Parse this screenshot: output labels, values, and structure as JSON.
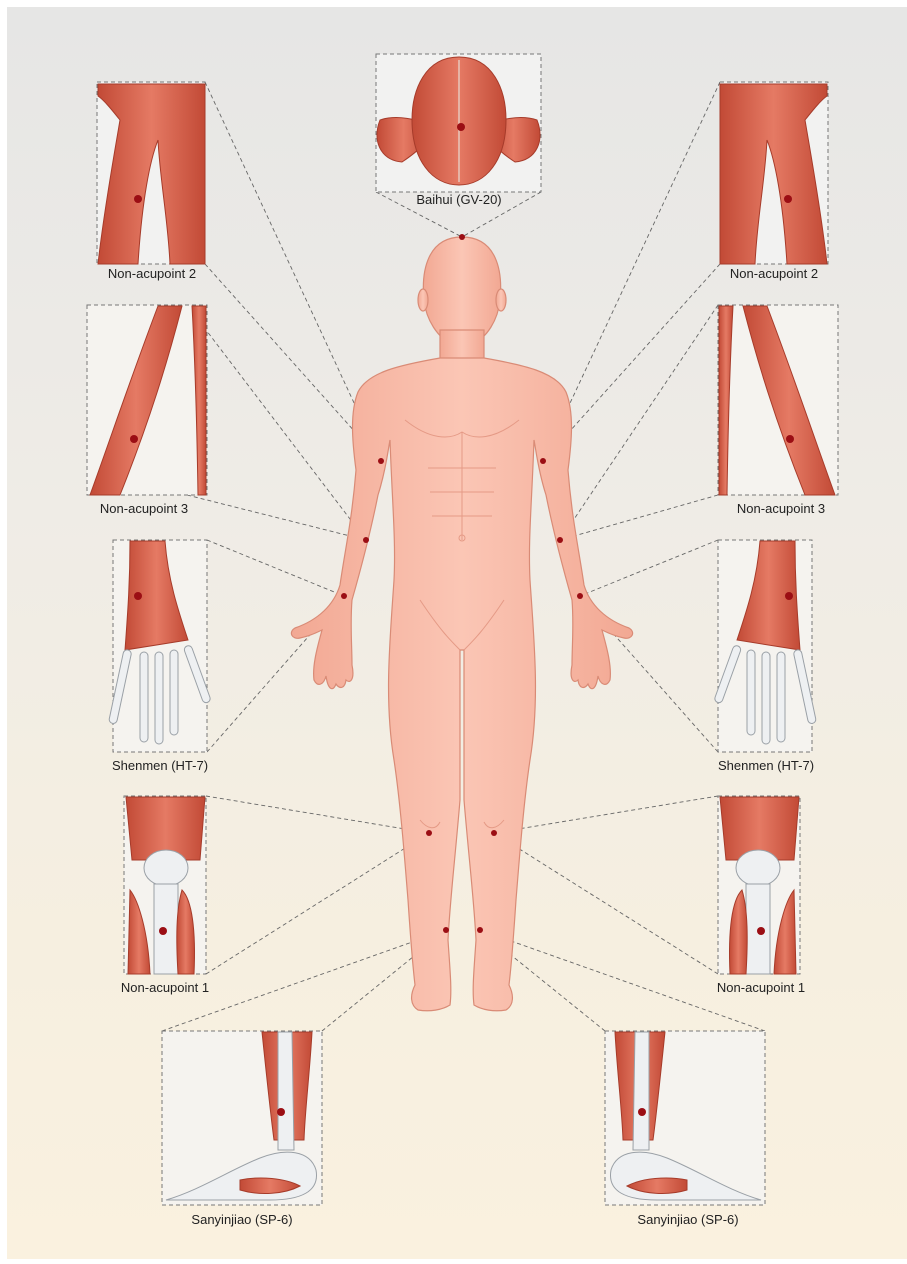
{
  "colors": {
    "skin": "#f7b8a4",
    "skin_shadow": "#e9a08c",
    "muscle": "#d9614c",
    "muscle_dark": "#b8402f",
    "bone": "#eef0f2",
    "point": "#9b0e14",
    "leader": "#666666"
  },
  "labels": {
    "baihui": "Baihui (GV-20)",
    "non2_left": "Non-acupoint 2",
    "non2_right": "Non-acupoint 2",
    "non3_left": "Non-acupoint 3",
    "non3_right": "Non-acupoint 3",
    "shenmen_left": "Shenmen (HT-7)",
    "shenmen_right": "Shenmen (HT-7)",
    "non1_left": "Non-acupoint 1",
    "non1_right": "Non-acupoint 1",
    "sp6_left": "Sanyinjiao (SP-6)",
    "sp6_right": "Sanyinjiao (SP-6)"
  }
}
